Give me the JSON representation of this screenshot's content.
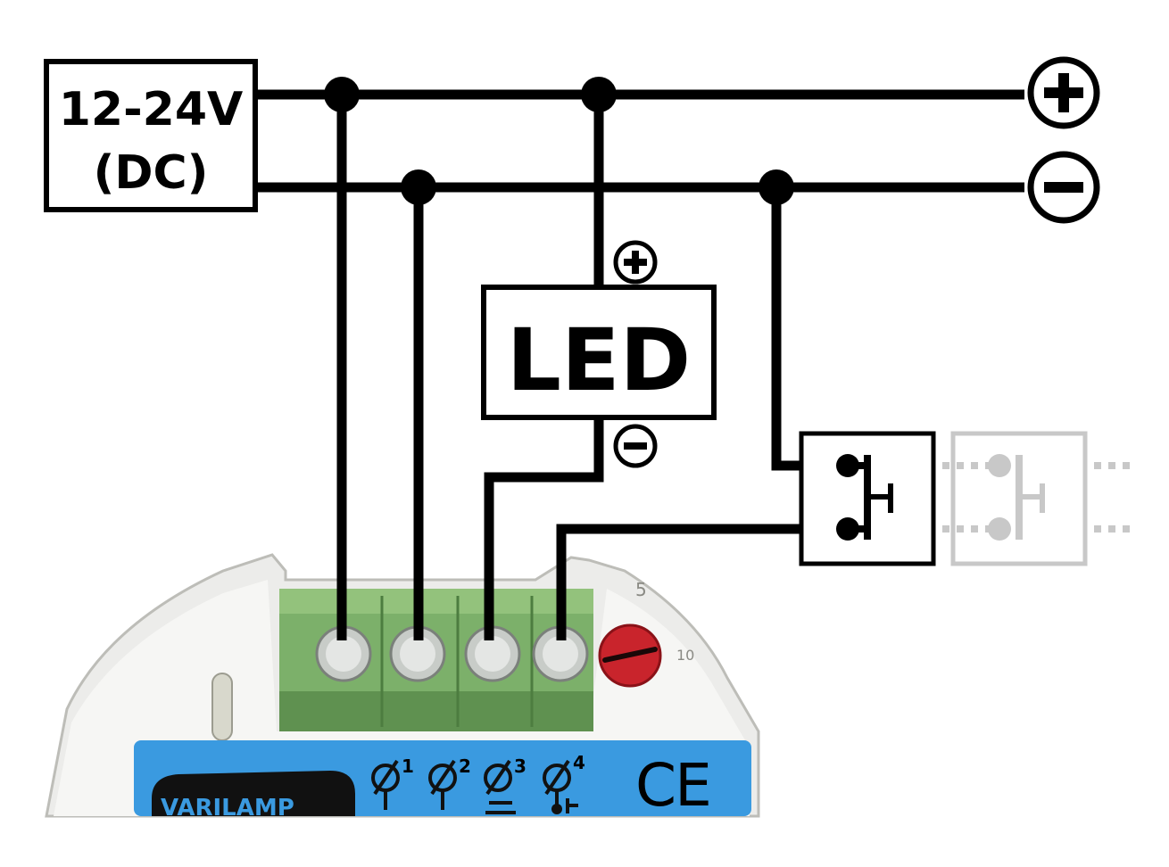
{
  "power_supply": {
    "line1": "12-24V",
    "line2": "(DC)"
  },
  "rails": {
    "positive_symbol": "+",
    "negative_symbol": "−"
  },
  "led": {
    "label": "LED",
    "plus_symbol": "+",
    "minus_symbol": "−"
  },
  "device": {
    "terminal_labels": [
      "1",
      "2",
      "3",
      "4"
    ],
    "dial_labels": [
      "5",
      "10"
    ],
    "ce_mark": "CE",
    "brand_partial": "VARILAMP",
    "label_color": "#3a9ae0",
    "terminal_block_color": "#7cb06a",
    "dial_color": "#c9242c"
  },
  "colors": {
    "wire": "#000000",
    "optional_switch": "#c8c8c8"
  }
}
